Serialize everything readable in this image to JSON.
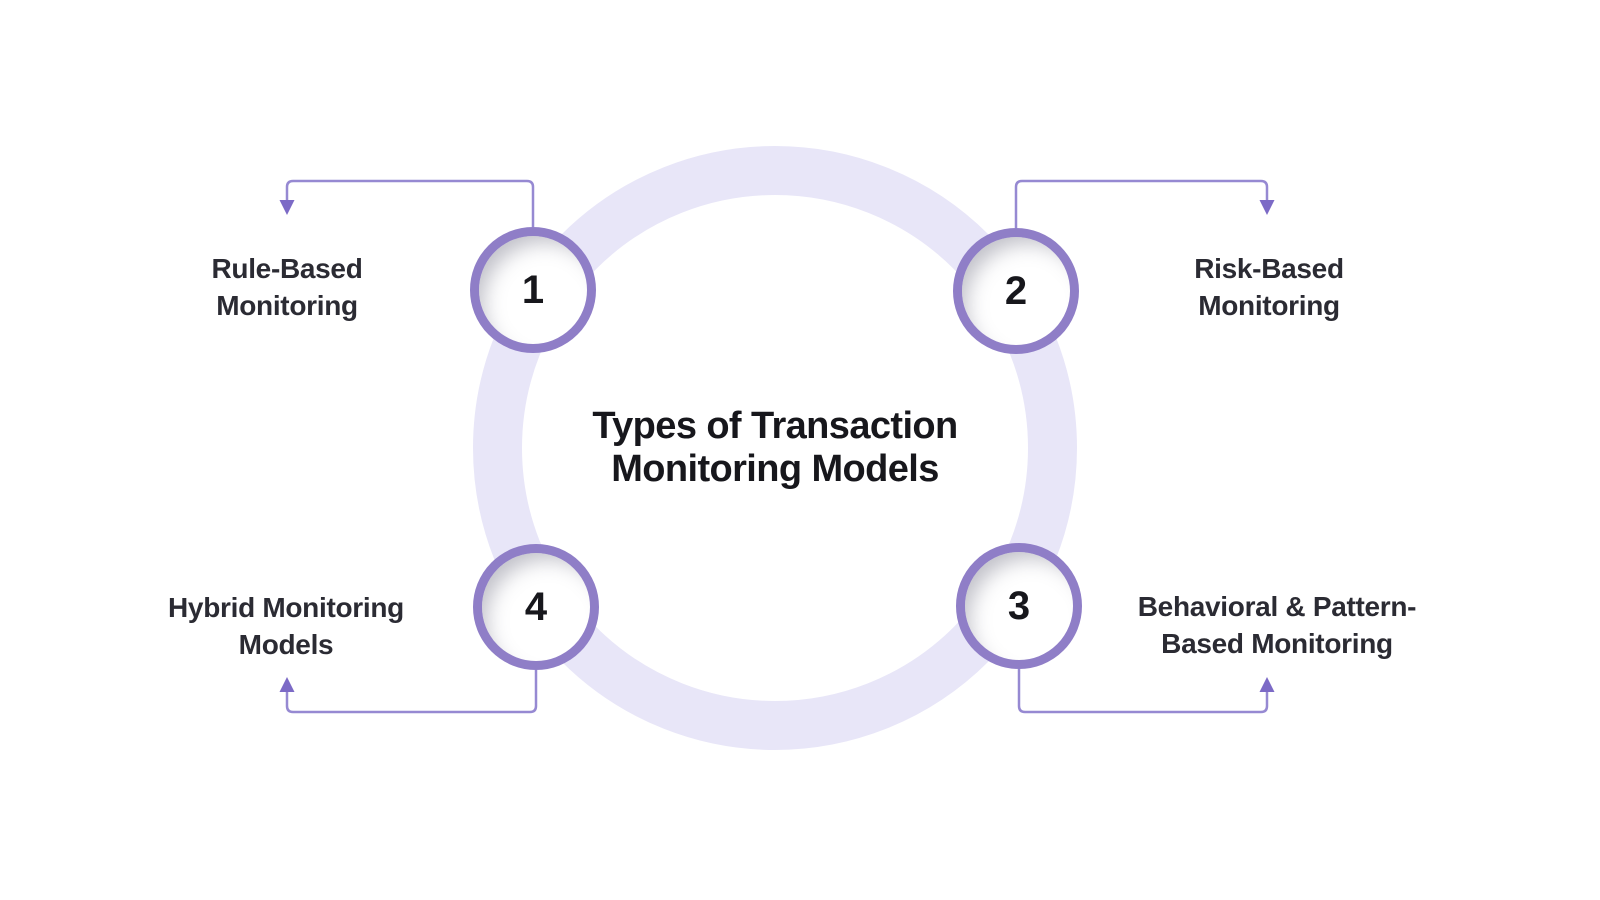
{
  "diagram": {
    "title": {
      "lines": [
        "Types of Transaction",
        "Monitoring Models"
      ]
    },
    "items": [
      {
        "number": "1",
        "position": "top-left",
        "lines": [
          "Rule-Based",
          "Monitoring"
        ]
      },
      {
        "number": "2",
        "position": "top-right",
        "lines": [
          "Risk-Based",
          "Monitoring"
        ]
      },
      {
        "number": "3",
        "position": "bottom-right",
        "lines": [
          "Behavioral & Pattern-",
          "Based Monitoring"
        ]
      },
      {
        "number": "4",
        "position": "bottom-left",
        "lines": [
          "Hybrid Monitoring",
          "Models"
        ]
      }
    ],
    "colors": {
      "background": "#FFFFFF",
      "ring_lavender": "#E8E6F8",
      "circle_border_purple": "#8F7EC7",
      "connector_line_purple": "#9689D2",
      "arrowhead_purple": "#7C6AC6",
      "label_text": "#2B2B33",
      "title_text": "#17171C"
    }
  }
}
